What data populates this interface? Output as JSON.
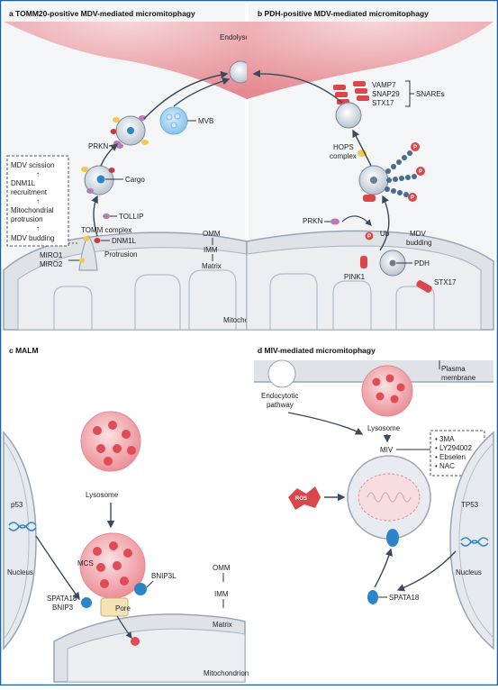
{
  "panel_a": {
    "title": "a  TOMM20-positive MDV-mediated micromitophagy",
    "endolysosome": "Endolysosome",
    "mvb": "MVB",
    "prkn": "PRKN",
    "cargo": "Cargo",
    "tollip": "TOLLIP",
    "tomm_complex": "TOMM complex",
    "dnm1l": "DNM1L",
    "protrusion": "Protrusion",
    "miro1": "MIRO1",
    "miro2": "MIRO2",
    "omm": "OMM",
    "imm": "IMM",
    "matrix": "Matrix",
    "mitochondrion": "Mitochondrion",
    "steps": [
      "MDV scission",
      "DNM1L",
      "recruitment",
      "Mitochondrial",
      "protrusion",
      "MDV budding"
    ]
  },
  "panel_b": {
    "title": "b  PDH-positive MDV-mediated micromitophagy",
    "vamp7": "VAMP7",
    "snap29": "SNAP29",
    "stx17_snare": "STX17",
    "snares": "SNAREs",
    "hops": "HOPS",
    "hops2": "complex",
    "p": "P",
    "prkn": "PRKN",
    "ub": "Ub",
    "mdv_budding": "MDV",
    "mdv_budding2": "budding",
    "pink1": "PINK1",
    "pdh": "PDH",
    "stx17": "STX17"
  },
  "panel_c": {
    "title": "c  MALM",
    "p53": "p53",
    "nucleus": "Nucleus",
    "lysosome": "Lysosome",
    "mcs": "MCS",
    "bnip3l": "BNIP3L",
    "spata18": "SPATA18",
    "bnip3": "BNIP3",
    "pore": "Pore",
    "omm": "OMM",
    "imm": "IMM",
    "matrix": "Matrix",
    "mitochondrion": "Mitochondrion"
  },
  "panel_d": {
    "title": "d  MIV-mediated micromitophagy",
    "plasma1": "Plasma",
    "plasma2": "membrane",
    "endo1": "Endocytotic",
    "endo2": "pathway",
    "lysosome": "Lysosome",
    "miv": "MIV",
    "inhibitors": [
      "3MA",
      "LY294002",
      "Ebselen",
      "NAC"
    ],
    "ros": "ROS",
    "tp53": "TP53",
    "nucleus": "Nucleus",
    "spata18": "SPATA18"
  },
  "colors": {
    "lysosome_pink": "#e9a3a8",
    "mito_gray": "#e8ebef",
    "border_blue": "#1f5fa8",
    "protein_blue": "#2a86c9",
    "red_cargo": "#d9474b"
  }
}
